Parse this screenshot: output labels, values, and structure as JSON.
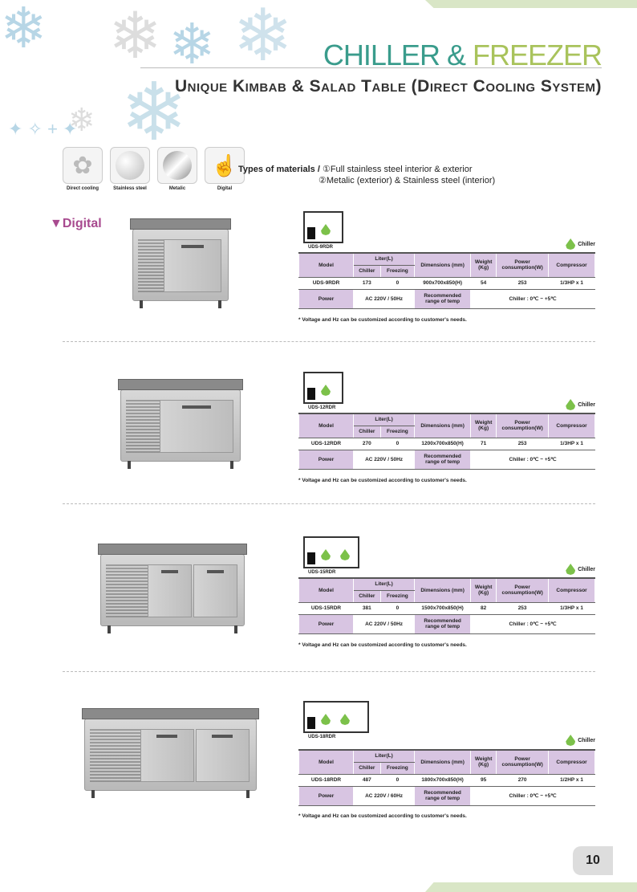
{
  "header": {
    "title_part1": "CHILLER &",
    "title_part2": "FREEZER",
    "subtitle": "Unique Kimbab & Salad Table (Direct Cooling System)"
  },
  "feature_icons": [
    {
      "label": "Direct cooling",
      "icon": "snowflake-icon"
    },
    {
      "label": "Stainless steel",
      "icon": "stainless-icon"
    },
    {
      "label": "Metalic",
      "icon": "metalic-icon"
    },
    {
      "label": "Digital",
      "icon": "digital-touch-icon"
    }
  ],
  "materials": {
    "label": "Types of materials /",
    "option1": "①Full stainless steel interior & exterior",
    "option2": "②Metalic (exterior) & Stainless steel (interior)"
  },
  "category": "▼Digital",
  "legend_label": "Chiller",
  "table_headers": {
    "model": "Model",
    "liter": "Liter(L)",
    "chiller": "Chiller",
    "freezing": "Freezing",
    "dimensions": "Dimensions (mm)",
    "weight": "Weight (Kg)",
    "power_consumption": "Power consumption(W)",
    "compressor": "Compressor",
    "power": "Power",
    "recommended": "Recommended range of temp"
  },
  "note": "* Voltage and Hz can be customized according to customer's needs.",
  "products": [
    {
      "diagram_label": "UDS-9RDR",
      "model": "UDS-9RDR",
      "chiller": "173",
      "freezing": "0",
      "dimensions": "900x700x850(H)",
      "weight": "54",
      "power_consumption": "253",
      "compressor": "1/3HP x 1",
      "power": "AC 220V / 50Hz",
      "temp": "Chiller : 0℃ ~ +5℃"
    },
    {
      "diagram_label": "UDS-12RDR",
      "model": "UDS-12RDR",
      "chiller": "270",
      "freezing": "0",
      "dimensions": "1200x700x850(H)",
      "weight": "71",
      "power_consumption": "253",
      "compressor": "1/3HP x 1",
      "power": "AC 220V / 50Hz",
      "temp": "Chiller : 0℃ ~ +5℃"
    },
    {
      "diagram_label": "UDS-15RDR",
      "model": "UDS-15RDR",
      "chiller": "381",
      "freezing": "0",
      "dimensions": "1500x700x850(H)",
      "weight": "82",
      "power_consumption": "253",
      "compressor": "1/3HP x 1",
      "power": "AC 220V / 50Hz",
      "temp": "Chiller : 0℃ ~ +5℃"
    },
    {
      "diagram_label": "UDS-18RDR",
      "model": "UDS-18RDR",
      "chiller": "487",
      "freezing": "0",
      "dimensions": "1800x700x850(H)",
      "weight": "95",
      "power_consumption": "270",
      "compressor": "1/2HP x 1",
      "power": "AC 220V / 60Hz",
      "temp": "Chiller : 0℃ ~ +5℃"
    }
  ],
  "page_number": "10"
}
